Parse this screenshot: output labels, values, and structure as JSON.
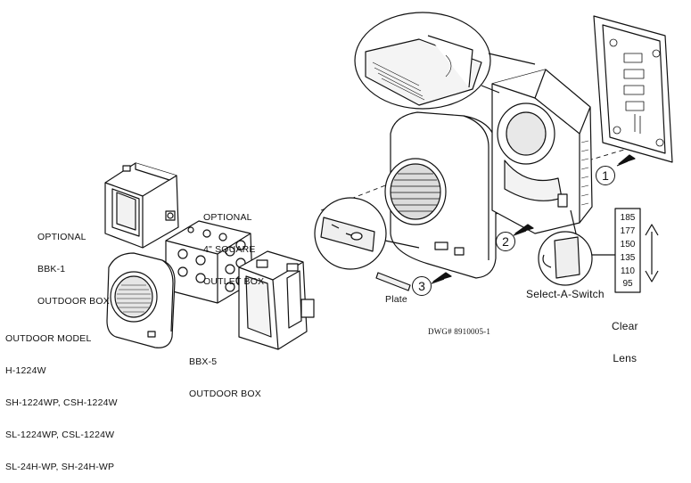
{
  "labels": {
    "optional_box": [
      "OPTIONAL",
      "BBK-1",
      "OUTDOOR BOX"
    ],
    "optional_outlet": [
      "OPTIONAL",
      "4\" SQUARE",
      "OUTLET BOX"
    ],
    "outdoor_model": [
      "OUTDOOR MODEL",
      "H-1224W",
      "SH-1224WP, CSH-1224W",
      "SL-1224WP, CSL-1224W",
      "SL-24H-WP, SH-24H-WP"
    ],
    "bbx": [
      "BBX-5",
      "OUTDOOR BOX"
    ],
    "plate": "Plate",
    "select_switch": "Select-A-Switch",
    "clear_lens": [
      "Clear",
      "Lens"
    ],
    "dwg": "DWG# 8910005-1"
  },
  "callouts": [
    "1",
    "2",
    "3"
  ],
  "candela_values": [
    "185",
    "177",
    "150",
    "135",
    "110",
    "95"
  ]
}
